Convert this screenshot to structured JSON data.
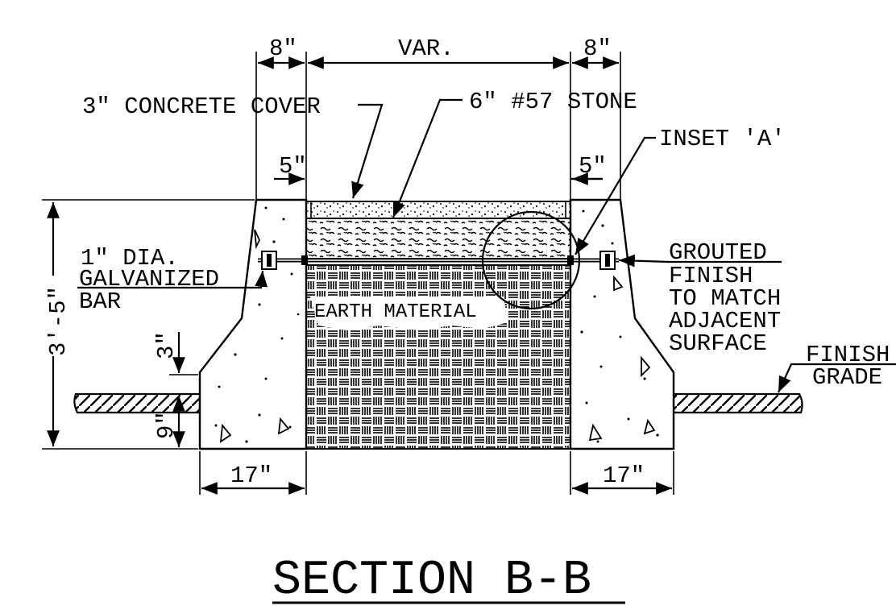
{
  "section_title": "SECTION B-B",
  "dimensions": {
    "top_left": "8″",
    "top_middle": "VAR.",
    "top_right": "8″",
    "inner_left": "5″",
    "inner_right": "5″",
    "height": "3′-5″",
    "step": "3″",
    "embed": "9″",
    "base_left": "17″",
    "base_right": "17″"
  },
  "callouts": {
    "concrete_cover": "3″ CONCRETE COVER",
    "stone": "6″ #57 STONE",
    "inset": "INSET ′A′",
    "bar_line1": "1″ DIA.",
    "bar_line2": "GALVANIZED",
    "bar_line3": "BAR",
    "grout_line1": "GROUTED",
    "grout_line2": "FINISH",
    "grout_line3": "TO MATCH",
    "grout_line4": "ADJACENT",
    "grout_line5": "SURFACE",
    "finish_line1": "FINISH",
    "finish_line2": "GRADE",
    "earth": "EARTH MATERIAL"
  }
}
